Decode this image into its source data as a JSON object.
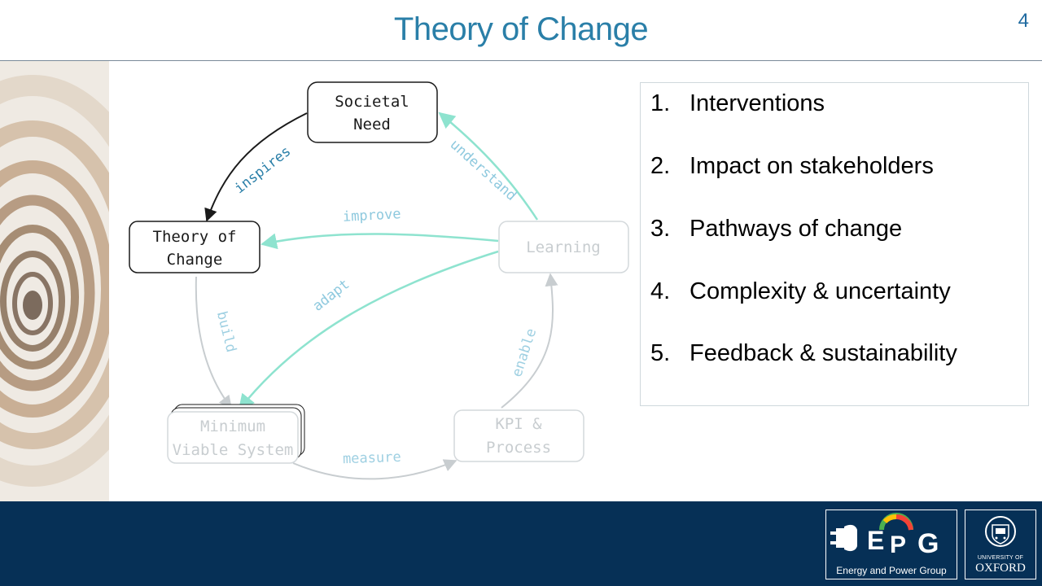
{
  "slide": {
    "title": "Theory of Change",
    "page_number": "4"
  },
  "diagram": {
    "nodes": {
      "societal_need": [
        "Societal",
        "Need"
      ],
      "theory_of_change": [
        "Theory of",
        "Change"
      ],
      "learning": [
        "Learning"
      ],
      "minimum_viable_system": [
        "Minimum",
        "Viable System"
      ],
      "kpi_process": [
        "KPI &",
        "Process"
      ]
    },
    "edges": {
      "inspires": "inspires",
      "understand": "understand",
      "improve": "improve",
      "adapt": "adapt",
      "build": "build",
      "enable": "enable",
      "measure": "measure"
    }
  },
  "list": {
    "items": [
      {
        "num": "1.",
        "text": "Interventions"
      },
      {
        "num": "2.",
        "text": "Impact on stakeholders"
      },
      {
        "num": "3.",
        "text": "Pathways of change"
      },
      {
        "num": "4.",
        "text": "Complexity & uncertainty"
      },
      {
        "num": "5.",
        "text": "Feedback & sustainability"
      }
    ]
  },
  "footer": {
    "epg_logo_letters": [
      "E",
      "P",
      "G"
    ],
    "epg_caption": "Energy and Power Group",
    "oxford_small": "UNIVERSITY OF",
    "oxford_big": "OXFORD"
  },
  "colors": {
    "title": "#2a7fa8",
    "teal_arrow": "#8ee3cf",
    "faded_gray": "#c8cdd0",
    "footer_bg": "#063056"
  }
}
